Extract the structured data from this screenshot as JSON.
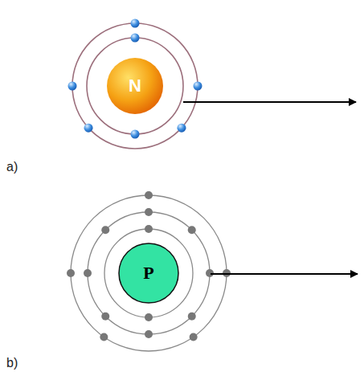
{
  "diagram": {
    "nodes": [
      {
        "text": [
          "N"
        ]
      },
      {
        "text": [
          "P"
        ]
      }
    ],
    "labels": [
      "a)",
      "b)"
    ]
  }
}
